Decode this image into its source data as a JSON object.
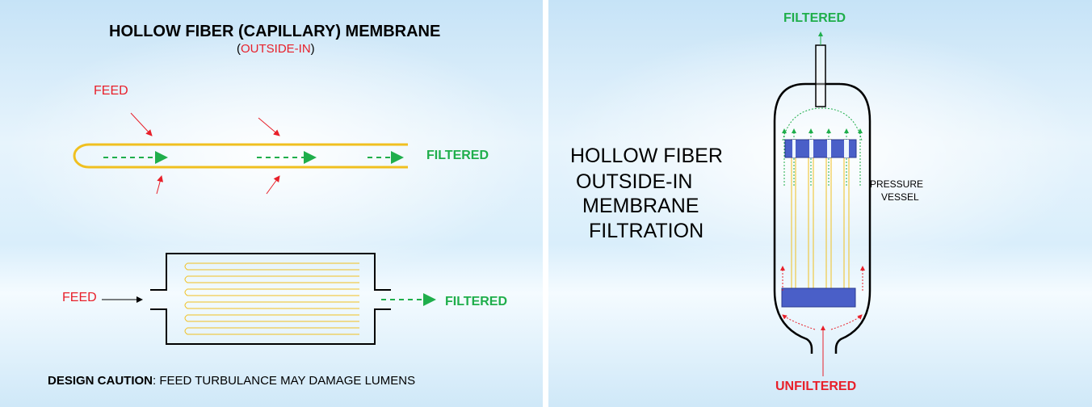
{
  "left": {
    "title": "HOLLOW FIBER (CAPILLARY) MEMBRANE",
    "subtitle_open": "(",
    "subtitle_red": "OUTSIDE-IN",
    "subtitle_close": ")",
    "feed_top": "FEED",
    "filtered_top": "FILTERED",
    "feed_bottom": "FEED",
    "filtered_bottom": "FILTERED",
    "caution_bold": "DESIGN CAUTION",
    "caution_rest": ":  FEED TURBULANCE MAY DAMAGE LUMENS"
  },
  "right": {
    "heading": [
      "HOLLOW FIBER",
      "OUTSIDE-IN",
      "MEMBRANE",
      "FILTRATION"
    ],
    "filtered": "FILTERED",
    "pressure": "PRESSURE",
    "vessel": "VESSEL",
    "unfiltered": "UNFILTERED"
  },
  "colors": {
    "feed_red": "#e8202a",
    "filtered_green": "#1fae4b",
    "fiber_yellow": "#f0c020",
    "plate_blue": "#4a5fc8"
  }
}
